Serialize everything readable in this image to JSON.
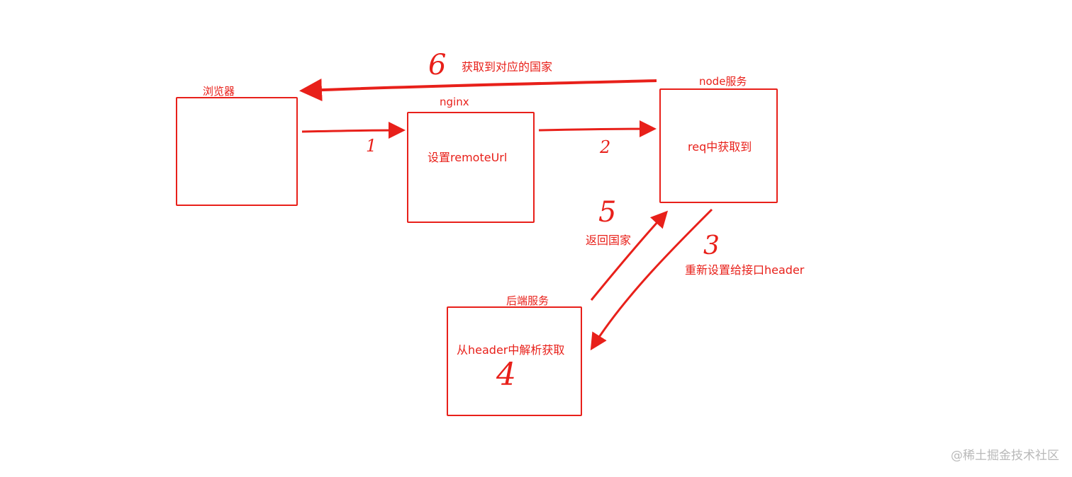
{
  "nodes": {
    "browser": {
      "title": "浏览器",
      "content": ""
    },
    "nginx": {
      "title": "nginx",
      "content": "设置remoteUrl"
    },
    "node": {
      "title": "node服务",
      "content": "req中获取到"
    },
    "backend": {
      "title": "后端服务",
      "content": "从header中解析获取"
    }
  },
  "steps": {
    "s1": {
      "number": "1",
      "text": ""
    },
    "s2": {
      "number": "2",
      "text": ""
    },
    "s3": {
      "number": "3",
      "text": "重新设置给接口header"
    },
    "s4": {
      "number": "4",
      "text": ""
    },
    "s5": {
      "number": "5",
      "text": "返回国家"
    },
    "s6": {
      "number": "6",
      "text": "获取到对应的国家"
    }
  },
  "colors": {
    "stroke": "#e8201a",
    "watermark": "#b9b9b9"
  },
  "watermark": "@稀土掘金技术社区"
}
